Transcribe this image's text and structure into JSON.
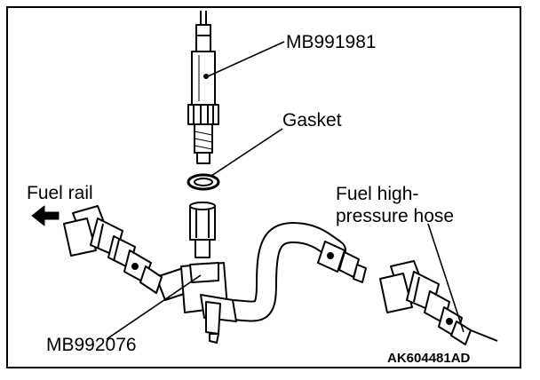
{
  "labels": {
    "tool_top": "MB991981",
    "gasket": "Gasket",
    "fuel_rail": "Fuel rail",
    "hose_line1": "Fuel high-",
    "hose_line2": "pressure hose",
    "tool_bottom": "MB992076",
    "figure_code": "AK604481AD"
  },
  "icons": {
    "flow_arrow": "arrow-left-icon"
  },
  "colors": {
    "ink": "#000000",
    "paper": "#ffffff",
    "shade": "#d9d9d9"
  }
}
